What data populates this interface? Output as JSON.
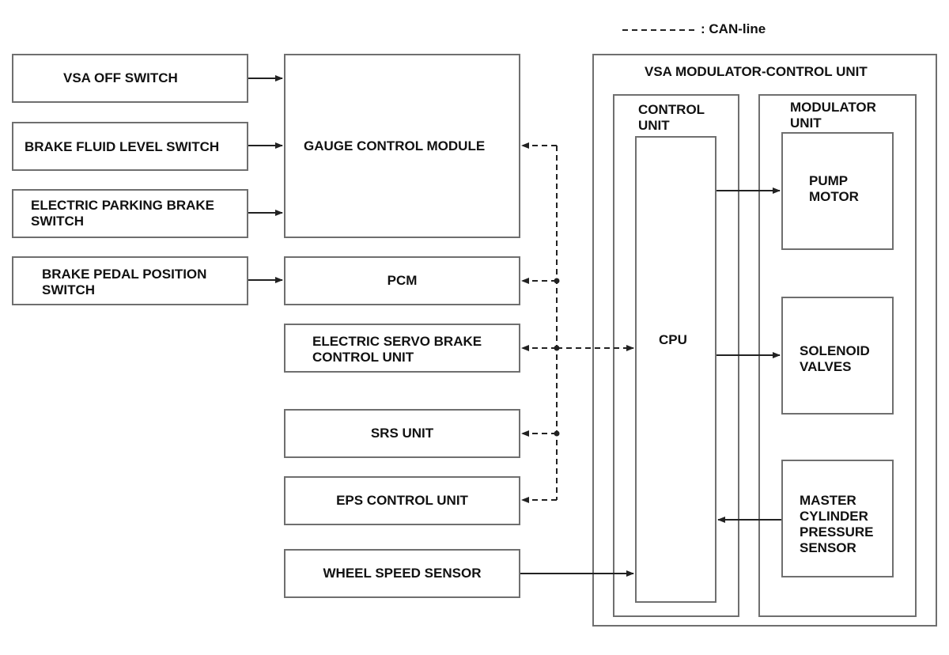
{
  "legend": {
    "can_line": ": CAN-line"
  },
  "inputs": {
    "vsa_off_switch": "VSA OFF SWITCH",
    "brake_fluid_level_switch": "BRAKE FLUID LEVEL SWITCH",
    "electric_parking_brake_switch": "ELECTRIC PARKING BRAKE\nSWITCH",
    "brake_pedal_position_switch": "BRAKE PEDAL POSITION\nSWITCH"
  },
  "modules": {
    "gauge_control_module": "GAUGE CONTROL MODULE",
    "pcm": "PCM",
    "electric_servo_brake_control_unit": "ELECTRIC SERVO BRAKE\nCONTROL UNIT",
    "srs_unit": "SRS UNIT",
    "eps_control_unit": "EPS CONTROL UNIT",
    "wheel_speed_sensor": "WHEEL SPEED SENSOR"
  },
  "vsa": {
    "title": "VSA MODULATOR-CONTROL UNIT",
    "control_unit": "CONTROL\nUNIT",
    "cpu": "CPU",
    "modulator_unit": "MODULATOR\nUNIT",
    "pump_motor": "PUMP\nMOTOR",
    "solenoid_valves": "SOLENOID\nVALVES",
    "master_cylinder_pressure_sensor": "MASTER\nCYLINDER\nPRESSURE\nSENSOR"
  }
}
